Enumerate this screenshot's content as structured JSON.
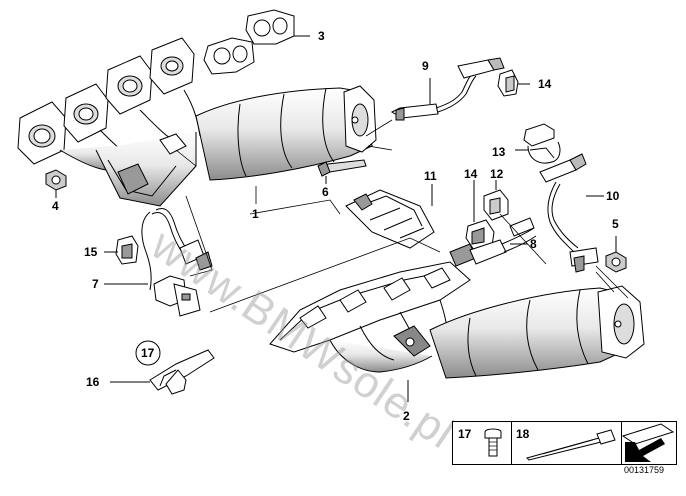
{
  "diagram": {
    "callouts": {
      "c1": "1",
      "c2": "2",
      "c3": "3",
      "c4": "4",
      "c5": "5",
      "c6": "6",
      "c7": "7",
      "c8": "8",
      "c9": "9",
      "c10": "10",
      "c11": "11",
      "c12": "12",
      "c13": "13",
      "c14a": "14",
      "c14b": "14",
      "c15": "15",
      "c16": "16",
      "c17": "17"
    },
    "legend": {
      "item17": "17",
      "item18": "18"
    },
    "drawing_code": "00131759",
    "watermark": "www.BMWsole.pl"
  },
  "colors": {
    "line": "#000000",
    "part_fill": "#ffffff",
    "shade": "#b9b9b9",
    "watermark": "#969696"
  }
}
